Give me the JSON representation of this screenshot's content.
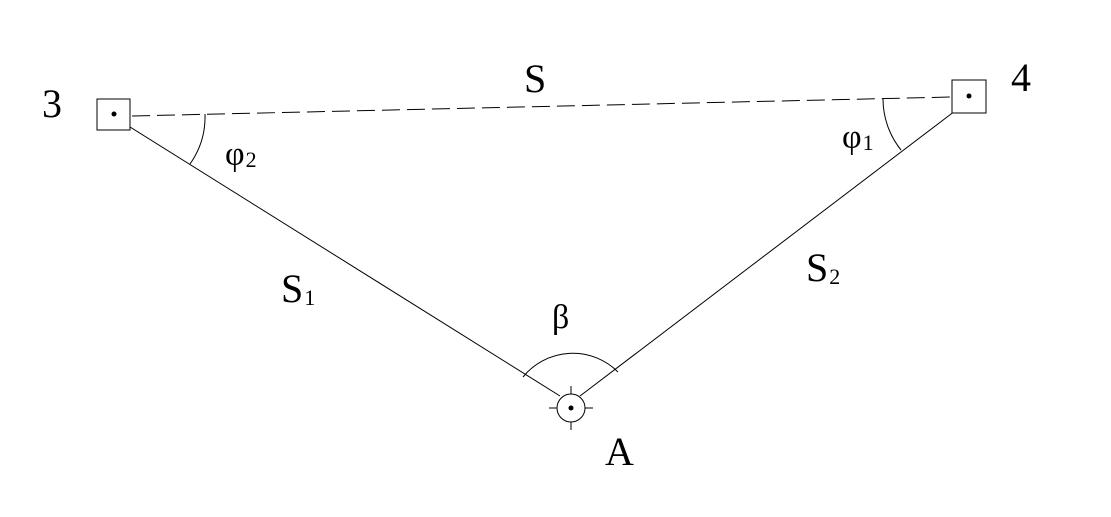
{
  "points": {
    "p3": {
      "label": "3"
    },
    "p4": {
      "label": "4"
    },
    "pA": {
      "label": "A"
    }
  },
  "sides": {
    "s": {
      "label": "S"
    },
    "s1": {
      "label": "S",
      "sub": "1"
    },
    "s2": {
      "label": "S",
      "sub": "2"
    }
  },
  "angles": {
    "beta": {
      "label": "β"
    },
    "phi1": {
      "label": "φ",
      "sub": "1"
    },
    "phi2": {
      "label": "φ",
      "sub": "2"
    }
  }
}
